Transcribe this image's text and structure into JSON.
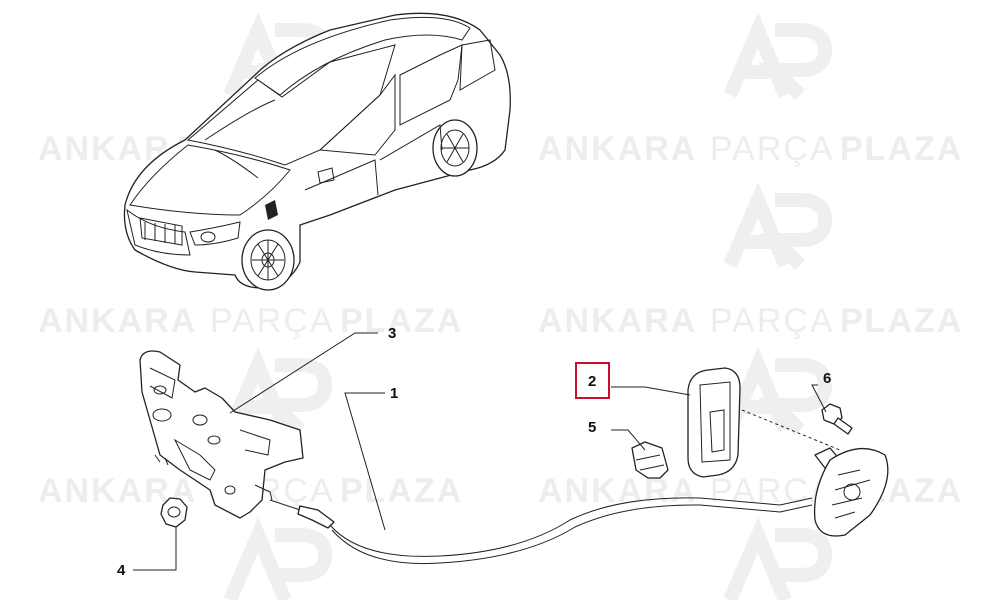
{
  "watermark": {
    "word1": "ANKARA",
    "word2": "PARÇA",
    "word3": "PLAZA",
    "logo": "AP",
    "color": "#ededed"
  },
  "callouts": [
    {
      "id": "1",
      "label": "1",
      "highlighted": false
    },
    {
      "id": "2",
      "label": "2",
      "highlighted": true
    },
    {
      "id": "3",
      "label": "3",
      "highlighted": false
    },
    {
      "id": "4",
      "label": "4",
      "highlighted": false
    },
    {
      "id": "5",
      "label": "5",
      "highlighted": false
    },
    {
      "id": "6",
      "label": "6",
      "highlighted": false
    }
  ],
  "highlight_color": "#c8102e",
  "parts": [
    "sedan-car-icon",
    "hood-latch-bracket",
    "release-cable",
    "nut",
    "clip",
    "release-handle",
    "bolt"
  ]
}
